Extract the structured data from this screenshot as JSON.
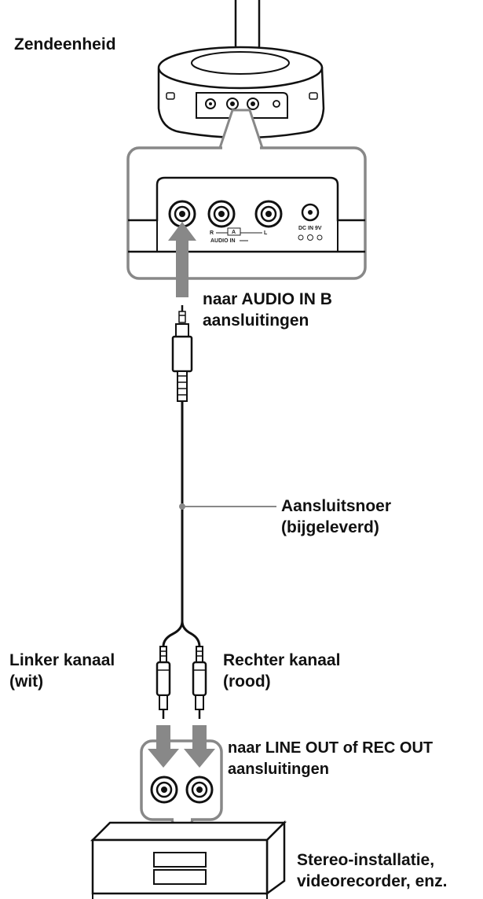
{
  "labels": {
    "transmitter": "Zendeenheid",
    "to_audio_in_line1": "naar AUDIO IN B",
    "to_audio_in_line2": "aansluitingen",
    "cord_line1": "Aansluitsnoer",
    "cord_line2": "(bijgeleverd)",
    "left_channel_line1": "Linker kanaal",
    "left_channel_line2": "(wit)",
    "right_channel_line1": "Rechter kanaal",
    "right_channel_line2": "(rood)",
    "to_line_out_line1": "naar LINE OUT of REC OUT",
    "to_line_out_line2": "aansluitingen",
    "device_line1": "Stereo-installatie,",
    "device_line2": "videorecorder, enz."
  },
  "panel_markings": {
    "r": "R",
    "a": "A",
    "l": "L",
    "audio_in": "AUDIO IN",
    "dc_in": "DC IN 9V"
  },
  "colors": {
    "line": "#111111",
    "arrow": "#888888",
    "panel_fill": "#ffffff",
    "jack_ring": "#222222"
  }
}
